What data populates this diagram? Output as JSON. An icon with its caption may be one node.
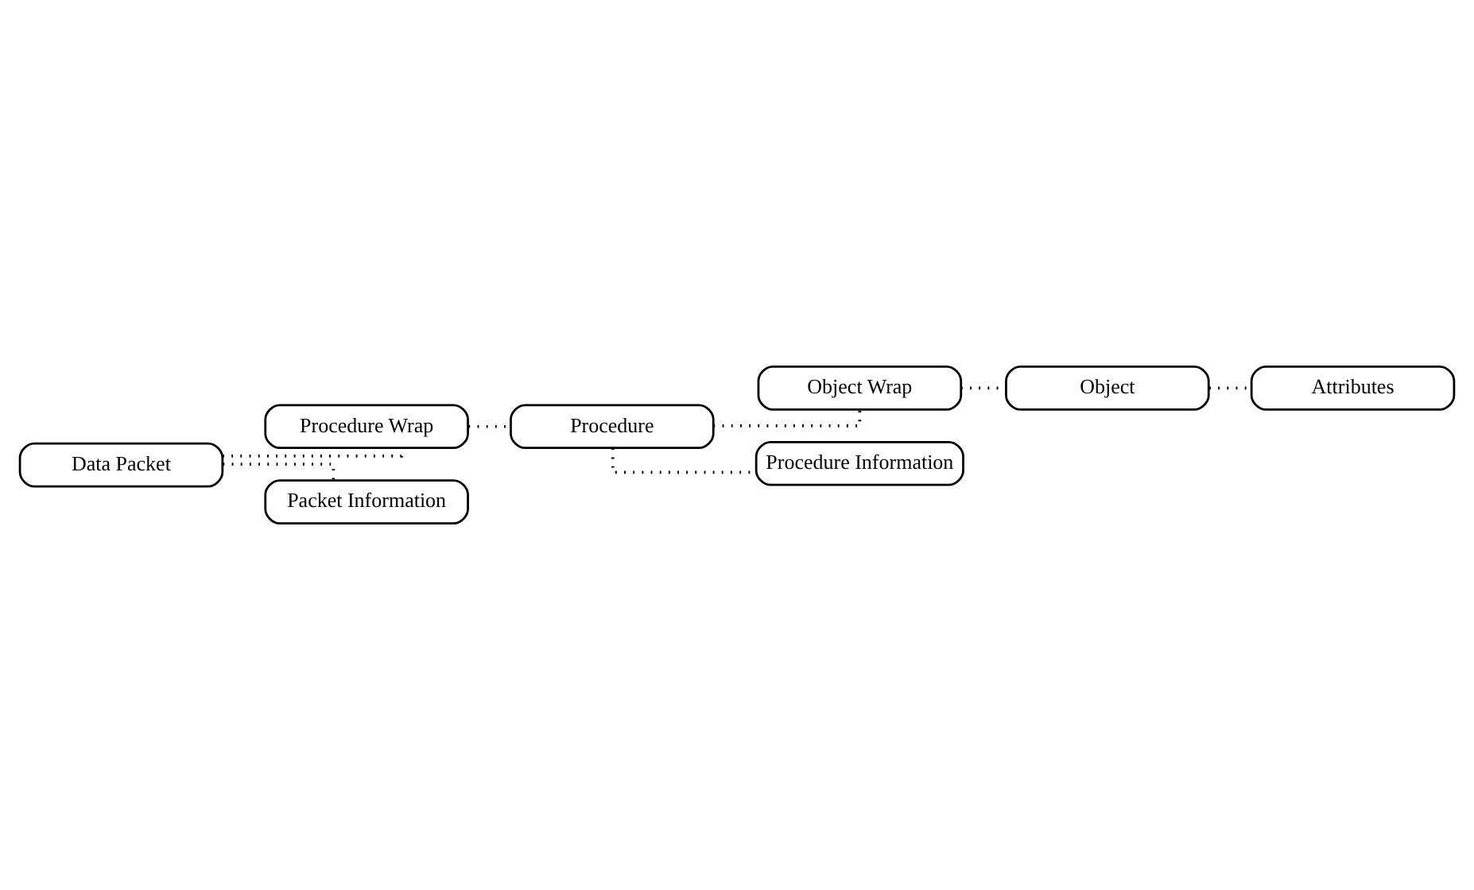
{
  "diagram": {
    "nodes": [
      {
        "text": [
          "Data Packet"
        ]
      },
      {
        "text": [
          "Procedure Wrap"
        ]
      },
      {
        "text": [
          "Procedure"
        ]
      },
      {
        "text": [
          "Object Wrap"
        ]
      },
      {
        "text": [
          "Object"
        ]
      },
      {
        "text": [
          "Attributes"
        ]
      },
      {
        "text": [
          "Procedure Information"
        ]
      },
      {
        "text": [
          "Packet Information"
        ]
      }
    ],
    "edges": [
      {
        "from": 0,
        "to": 1,
        "arrow": "none"
      },
      {
        "from": 1,
        "to": 2,
        "arrow": "none"
      },
      {
        "from": 2,
        "to": 3,
        "arrow": "none"
      },
      {
        "from": 3,
        "to": 4,
        "arrow": "none"
      },
      {
        "from": 4,
        "to": 5,
        "arrow": "none"
      },
      {
        "from": 2,
        "to": 6,
        "arrow": "none"
      },
      {
        "from": 0,
        "to": 7,
        "arrow": "none"
      }
    ]
  }
}
